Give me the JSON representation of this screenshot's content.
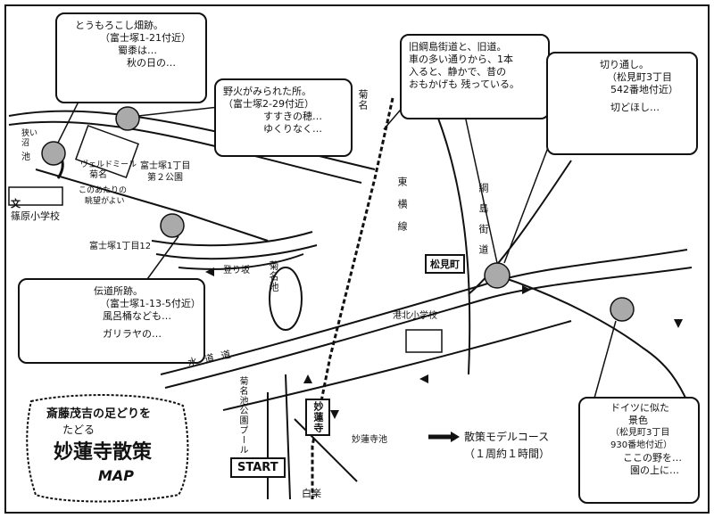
{
  "title": {
    "line1": "斎藤茂吉の足どりを",
    "line2": "たどる",
    "main": "妙蓮寺散策",
    "sub": "MAP"
  },
  "legend": {
    "label": "散策モデルコース",
    "duration": "（１周約１時間）"
  },
  "callouts": {
    "corn": [
      "とうもろこし畑跡。",
      "（富士塚1-21付近）",
      "蜀黍は…",
      "秋の日の…"
    ],
    "fire": [
      "野火がみられた所。",
      "（富士塚2-29付近）",
      "すすきの穂…",
      "ゆくりなく…"
    ],
    "road": [
      "旧綱島街道と、旧道。",
      "車の多い通りから、1本",
      "入ると、静かで、昔の",
      "おもかげも 残っている。"
    ],
    "cut": [
      "切り通し。",
      "（松見町3丁目",
      "542番地付近）",
      "切どほし…"
    ],
    "house": [
      "伝道所跡。",
      "（富士塚1-13-5付近）",
      "風呂桶なども…",
      "ガリラヤの…"
    ],
    "german": [
      "ドイツに似た",
      "景色",
      "（松見町3丁目",
      "930番地付近）",
      "ここの野を…",
      "園の上に…"
    ]
  },
  "labels": {
    "pond_small": "狭い沼",
    "ike": "池",
    "villa": "ヴェルドミール",
    "kikuna_small": "菊名",
    "fujitsuka_1_2": "富士塚1丁目",
    "dai2": "第２公園",
    "konoatari": "このあたりの",
    "hinoboruna": "眺望がよい",
    "school": "篠原小学校",
    "bun": "文",
    "fujitsuka_1_12": "富士塚1丁目12",
    "noborizaka": "登り坂",
    "kikuna_pond": "菊名池",
    "kohoku": "港北小学校",
    "suidou": "水道道",
    "kikunaike_park": "菊名池公園プール",
    "myorenji_ike": "妙蓮寺池",
    "kikuna_top": "菊名",
    "toyoko": "東横線",
    "tsunashima": "綱島街道",
    "matsumi": "松見町",
    "station": "妙蓮寺",
    "start": "START",
    "hakuraku": "白楽"
  }
}
